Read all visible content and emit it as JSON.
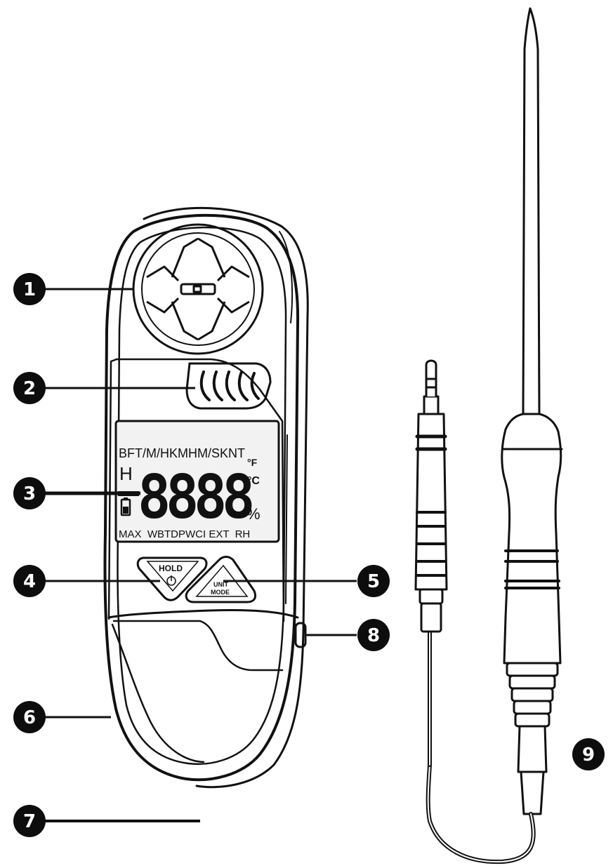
{
  "callouts": [
    {
      "number": "1",
      "part": "vane-fan"
    },
    {
      "number": "2",
      "part": "sensor-grille"
    },
    {
      "number": "3",
      "part": "lcd-display"
    },
    {
      "number": "4",
      "part": "hold-button"
    },
    {
      "number": "5",
      "part": "unit-mode-button"
    },
    {
      "number": "6",
      "part": "device-body"
    },
    {
      "number": "7",
      "part": "lanyard-hole"
    },
    {
      "number": "8",
      "part": "probe-jack"
    },
    {
      "number": "9",
      "part": "temperature-probe"
    }
  ],
  "lcd": {
    "top_units": "BFT/M/HKMHM/SKNT",
    "hold_indicator": "H",
    "minus": "-",
    "digits": "8888",
    "degree_f": "°F",
    "degree_c": "°C",
    "percent": "%",
    "bottom_labels": "MAX  WBTDPWCI EXT  RH"
  },
  "buttons": {
    "hold_label": "HOLD",
    "unit_label_line1": "UNIT",
    "unit_label_line2": "MODE"
  },
  "colors": {
    "ink": "#111111",
    "badge": "#0d0d0d",
    "lcd_background": "#f2f2f2"
  }
}
